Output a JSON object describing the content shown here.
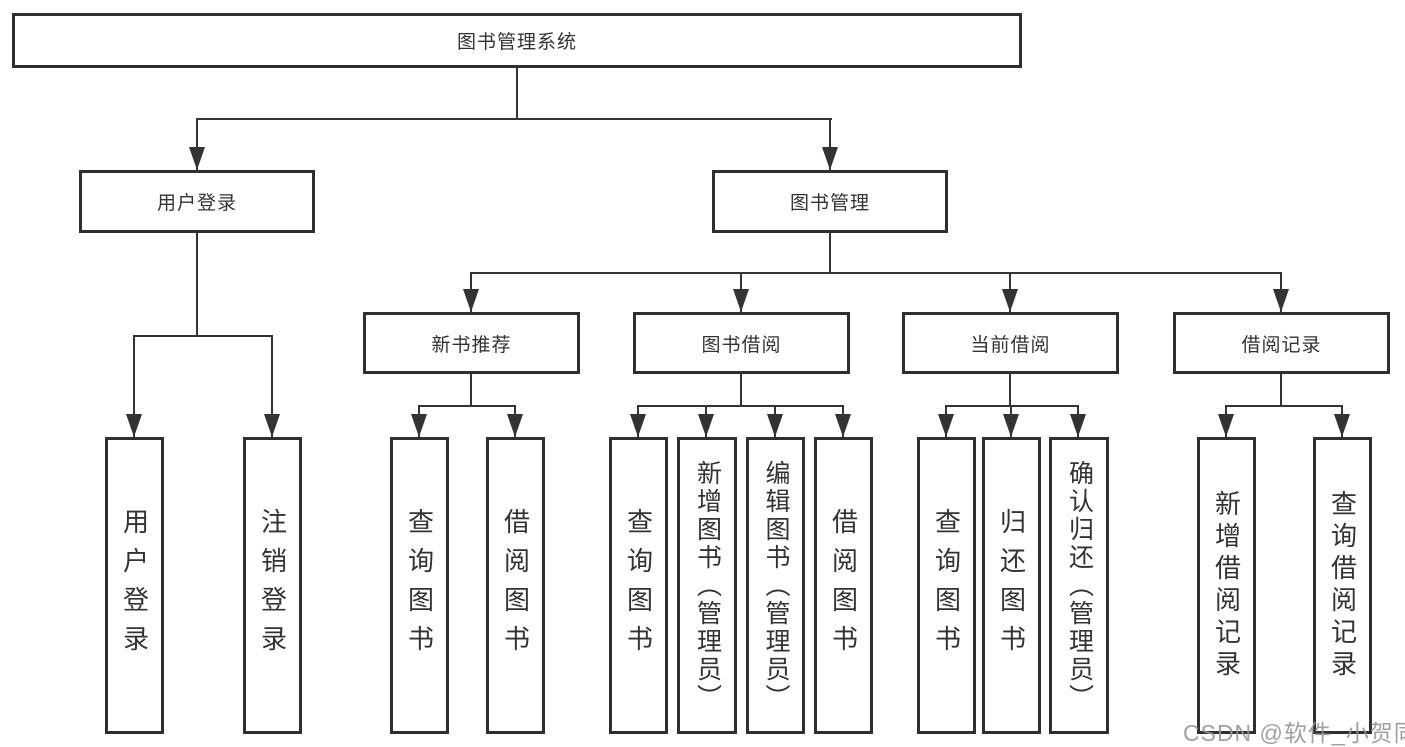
{
  "tree": {
    "root": {
      "label": "图书管理系统"
    },
    "branches": [
      {
        "label": "用户登录",
        "leaves": [
          {
            "label": "用户登录"
          },
          {
            "label": "注销登录"
          }
        ]
      },
      {
        "label": "图书管理",
        "sections": [
          {
            "label": "新书推荐",
            "leaves": [
              {
                "label": "查询图书"
              },
              {
                "label": "借阅图书"
              }
            ]
          },
          {
            "label": "图书借阅",
            "leaves": [
              {
                "label": "查询图书"
              },
              {
                "label": "新增图书（管理员）"
              },
              {
                "label": "编辑图书（管理员）"
              },
              {
                "label": "借阅图书"
              }
            ]
          },
          {
            "label": "当前借阅",
            "leaves": [
              {
                "label": "查询图书"
              },
              {
                "label": "归还图书"
              },
              {
                "label": "确认归还（管理员）"
              }
            ]
          },
          {
            "label": "借阅记录",
            "leaves": [
              {
                "label": "新增借阅记录"
              },
              {
                "label": "查询借阅记录"
              }
            ]
          }
        ]
      }
    ]
  },
  "watermark": {
    "text": "CSDN @软件_小贺同学",
    "color": "#969696"
  },
  "colors": {
    "line": "#333333",
    "border": "#2f2f2f",
    "text": "#333333",
    "background": "#ffffff"
  }
}
